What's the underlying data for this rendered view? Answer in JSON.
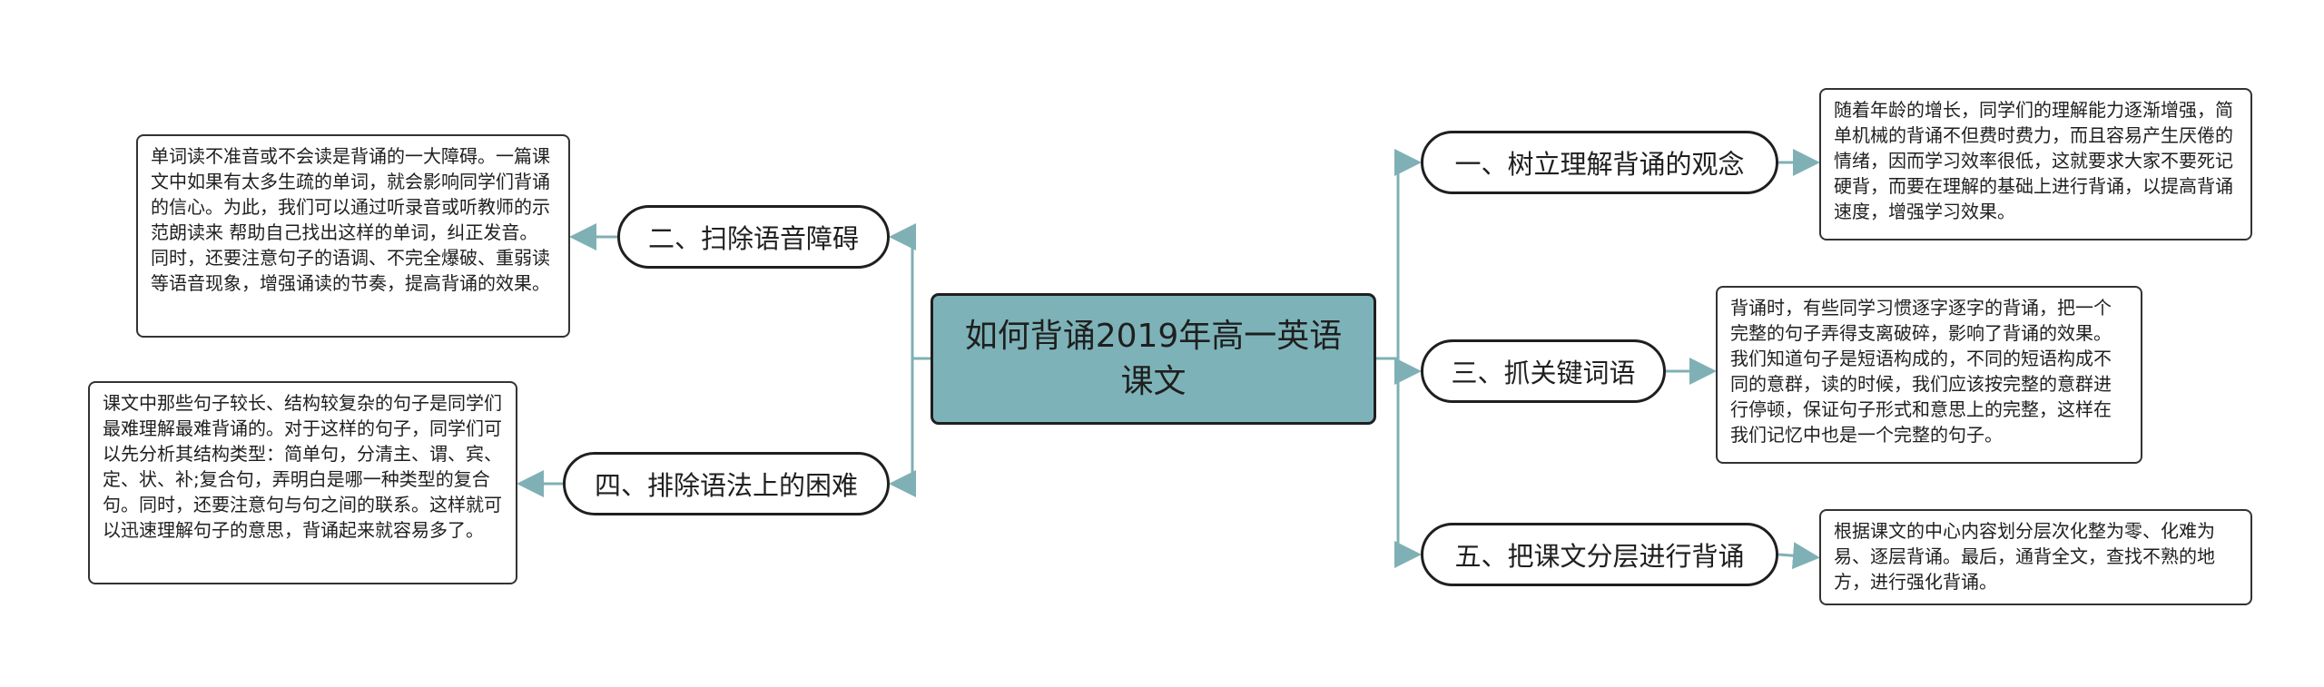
{
  "root": {
    "title": "如何背诵2019年高一英语课文"
  },
  "branches": {
    "b1": {
      "label": "一、树立理解背诵的观念",
      "detail": "随着年龄的增长，同学们的理解能力逐渐增强，简单机械的背诵不但费时费力，而且容易产生厌倦的情绪，因而学习效率很低，这就要求大家不要死记硬背，而要在理解的基础上进行背诵，以提高背诵速度，增强学习效果。"
    },
    "b2": {
      "label": "二、扫除语音障碍",
      "detail": "单词读不准音或不会读是背诵的一大障碍。一篇课文中如果有太多生疏的单词，就会影响同学们背诵的信心。为此，我们可以通过听录音或听教师的示范朗读来 帮助自己找出这样的单词，纠正发音。同时，还要注意句子的语调、不完全爆破、重弱读等语音现象，增强诵读的节奏，提高背诵的效果。"
    },
    "b3": {
      "label": "三、抓关键词语",
      "detail": "背诵时，有些同学习惯逐字逐字的背诵，把一个完整的句子弄得支离破碎，影响了背诵的效果。我们知道句子是短语构成的，不同的短语构成不同的意群，读的时候，我们应该按完整的意群进行停顿，保证句子形式和意思上的完整，这样在我们记忆中也是一个完整的句子。"
    },
    "b4": {
      "label": "四、排除语法上的困难",
      "detail": "课文中那些句子较长、结构较复杂的句子是同学们最难理解最难背诵的。对于这样的句子，同学们可以先分析其结构类型：简单句，分清主、谓、宾、定、状、补;复合句，弄明白是哪一种类型的复合句。同时，还要注意句与句之间的联系。这样就可以迅速理解句子的意思，背诵起来就容易多了。"
    },
    "b5": {
      "label": "五、把课文分层进行背诵",
      "detail": "根据课文的中心内容划分层次化整为零、化难为易、逐层背诵。最后，通背全文，查找不熟的地方，进行强化背诵。"
    }
  },
  "colors": {
    "root_fill": "#7db3b8",
    "connector": "#7fb0b5",
    "border": "#1f1f1f"
  }
}
